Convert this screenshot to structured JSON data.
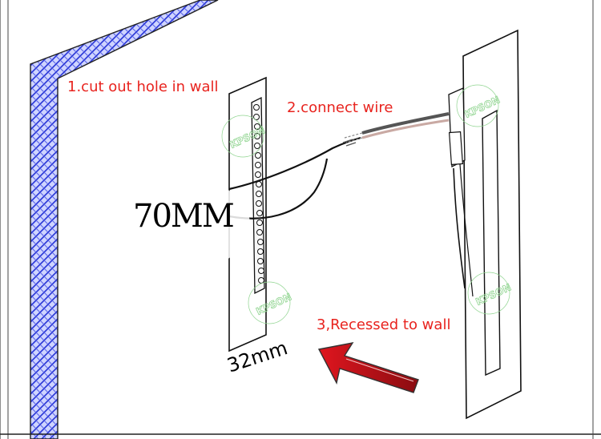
{
  "labels": {
    "step1": "1.cut out hole in wall",
    "step2": "2.connect wire",
    "step3": "3,Recessed to wall",
    "dim_height": "70MM",
    "dim_width": "32mm"
  },
  "watermark": "KPSON",
  "colors": {
    "label_red": "#e8231e",
    "wall_blue": "#3a44d8",
    "arrow_red": "#c4151c"
  }
}
